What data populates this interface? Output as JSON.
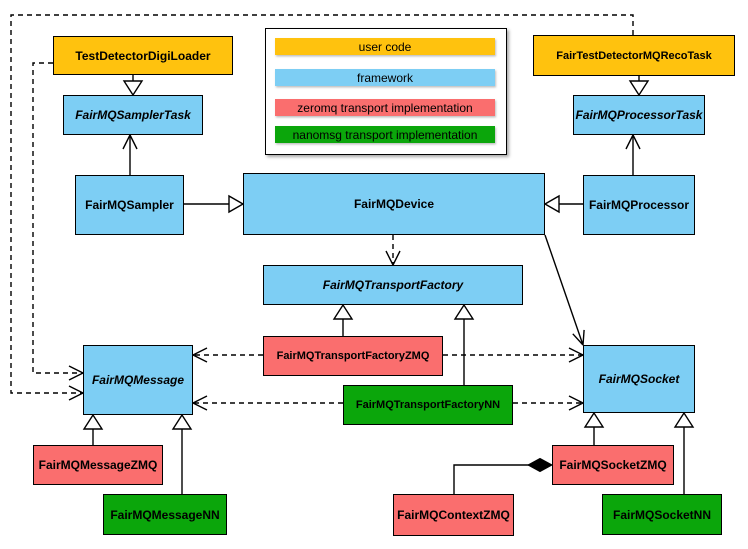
{
  "legend": {
    "items": [
      {
        "label": "user code",
        "color": "#FFC20E"
      },
      {
        "label": "framework",
        "color": "#7DCEF4"
      },
      {
        "label": "zeromq transport implementation",
        "color": "#FA6E6E"
      },
      {
        "label": "nanomsg transport implementation",
        "color": "#0BA60B"
      }
    ]
  },
  "nodes": {
    "testDetectorDigiLoader": {
      "label": "TestDetectorDigiLoader",
      "category": "user code"
    },
    "fairTestDetectorMQRecoTask": {
      "label": "FairTestDetectorMQRecoTask",
      "category": "user code"
    },
    "fairMQSamplerTask": {
      "label": "FairMQSamplerTask",
      "category": "framework",
      "abstract": true
    },
    "fairMQProcessorTask": {
      "label": "FairMQProcessorTask",
      "category": "framework",
      "abstract": true
    },
    "fairMQSampler": {
      "label": "FairMQSampler",
      "category": "framework"
    },
    "fairMQDevice": {
      "label": "FairMQDevice",
      "category": "framework"
    },
    "fairMQProcessor": {
      "label": "FairMQProcessor",
      "category": "framework"
    },
    "fairMQTransportFactory": {
      "label": "FairMQTransportFactory",
      "category": "framework",
      "abstract": true
    },
    "fairMQTransportFactoryZMQ": {
      "label": "FairMQTransportFactoryZMQ",
      "category": "zeromq transport implementation"
    },
    "fairMQTransportFactoryNN": {
      "label": "FairMQTransportFactoryNN",
      "category": "nanomsg transport implementation"
    },
    "fairMQMessage": {
      "label": "FairMQMessage",
      "category": "framework",
      "abstract": true
    },
    "fairMQSocket": {
      "label": "FairMQSocket",
      "category": "framework",
      "abstract": true
    },
    "fairMQMessageZMQ": {
      "label": "FairMQMessageZMQ",
      "category": "zeromq transport implementation"
    },
    "fairMQMessageNN": {
      "label": "FairMQMessageNN",
      "category": "nanomsg transport implementation"
    },
    "fairMQContextZMQ": {
      "label": "FairMQContextZMQ",
      "category": "zeromq transport implementation"
    },
    "fairMQSocketZMQ": {
      "label": "FairMQSocketZMQ",
      "category": "zeromq transport implementation"
    },
    "fairMQSocketNN": {
      "label": "FairMQSocketNN",
      "category": "nanomsg transport implementation"
    }
  },
  "edges": [
    {
      "from": "TestDetectorDigiLoader",
      "to": "FairMQSamplerTask",
      "type": "inheritance"
    },
    {
      "from": "FairTestDetectorMQRecoTask",
      "to": "FairMQProcessorTask",
      "type": "inheritance"
    },
    {
      "from": "FairMQSampler",
      "to": "FairMQDevice",
      "type": "inheritance"
    },
    {
      "from": "FairMQProcessor",
      "to": "FairMQDevice",
      "type": "inheritance"
    },
    {
      "from": "FairMQTransportFactoryZMQ",
      "to": "FairMQTransportFactory",
      "type": "inheritance"
    },
    {
      "from": "FairMQTransportFactoryNN",
      "to": "FairMQTransportFactory",
      "type": "inheritance"
    },
    {
      "from": "FairMQMessageZMQ",
      "to": "FairMQMessage",
      "type": "inheritance"
    },
    {
      "from": "FairMQMessageNN",
      "to": "FairMQMessage",
      "type": "inheritance"
    },
    {
      "from": "FairMQSocketZMQ",
      "to": "FairMQSocket",
      "type": "inheritance"
    },
    {
      "from": "FairMQSocketNN",
      "to": "FairMQSocket",
      "type": "inheritance"
    },
    {
      "from": "FairMQSampler",
      "to": "FairMQSamplerTask",
      "type": "association"
    },
    {
      "from": "FairMQProcessor",
      "to": "FairMQProcessorTask",
      "type": "association"
    },
    {
      "from": "FairMQDevice",
      "to": "FairMQSocket",
      "type": "association"
    },
    {
      "from": "FairMQDevice",
      "to": "FairMQTransportFactory",
      "type": "dependency"
    },
    {
      "from": "TestDetectorDigiLoader",
      "to": "FairMQMessage",
      "type": "dependency"
    },
    {
      "from": "FairTestDetectorMQRecoTask",
      "to": "FairMQMessage",
      "type": "dependency"
    },
    {
      "from": "FairMQTransportFactoryZMQ",
      "to": "FairMQMessage",
      "type": "dependency"
    },
    {
      "from": "FairMQTransportFactoryZMQ",
      "to": "FairMQSocket",
      "type": "dependency"
    },
    {
      "from": "FairMQTransportFactoryNN",
      "to": "FairMQMessage",
      "type": "dependency"
    },
    {
      "from": "FairMQTransportFactoryNN",
      "to": "FairMQSocket",
      "type": "dependency"
    },
    {
      "from": "FairMQContextZMQ",
      "to": "FairMQSocketZMQ",
      "type": "composition"
    }
  ]
}
